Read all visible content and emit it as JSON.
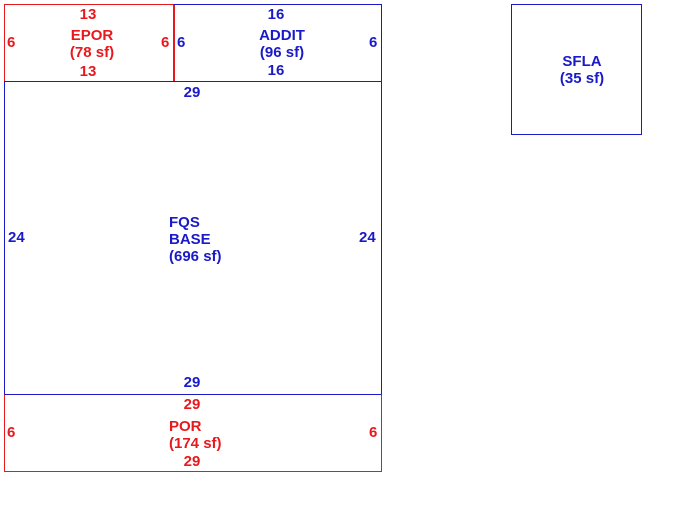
{
  "colors": {
    "red": "#e8191d",
    "blue": "#1a1ac8",
    "background": "#ffffff"
  },
  "epor": {
    "name": "EPOR",
    "area": "(78 sf)",
    "top": "13",
    "bottom": "13",
    "left": "6",
    "right": "6"
  },
  "addit": {
    "name": "ADDIT",
    "area": "(96 sf)",
    "top": "16",
    "bottom": "16",
    "left": "6",
    "right": "6"
  },
  "base": {
    "name_line1": "FQS",
    "name_line2": "BASE",
    "area": "(696 sf)",
    "top": "29",
    "bottom": "29",
    "left": "24",
    "right": "24"
  },
  "por": {
    "name": "POR",
    "area": "(174 sf)",
    "top": "29",
    "bottom": "29",
    "left": "6",
    "right": "6"
  },
  "sfla": {
    "name": "SFLA",
    "area": "(35 sf)"
  }
}
